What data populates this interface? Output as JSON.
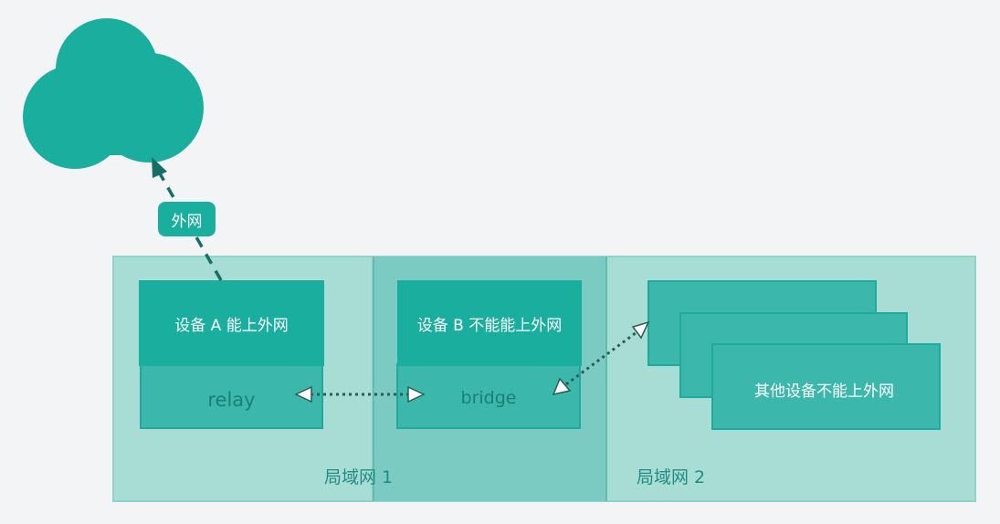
{
  "external_net_label": "外网",
  "lans": [
    {
      "label": "局域网 1"
    },
    {
      "label": "局域网 2"
    }
  ],
  "devices": {
    "a": {
      "title": "设备 A 能上外网",
      "role": "relay"
    },
    "b": {
      "title": "设备 B 不能能上外网",
      "role": "bridge"
    },
    "others": {
      "title": "其他设备不能上外网"
    }
  },
  "colors": {
    "background": "#f2f4f6",
    "primary": "#1aae9f",
    "lan_fill": "#a8ddd6",
    "overlap_fill": "#7ccbc2",
    "connector": "#2e5a55"
  },
  "icons": [
    "cloud-icon",
    "arrow-head-icon"
  ]
}
